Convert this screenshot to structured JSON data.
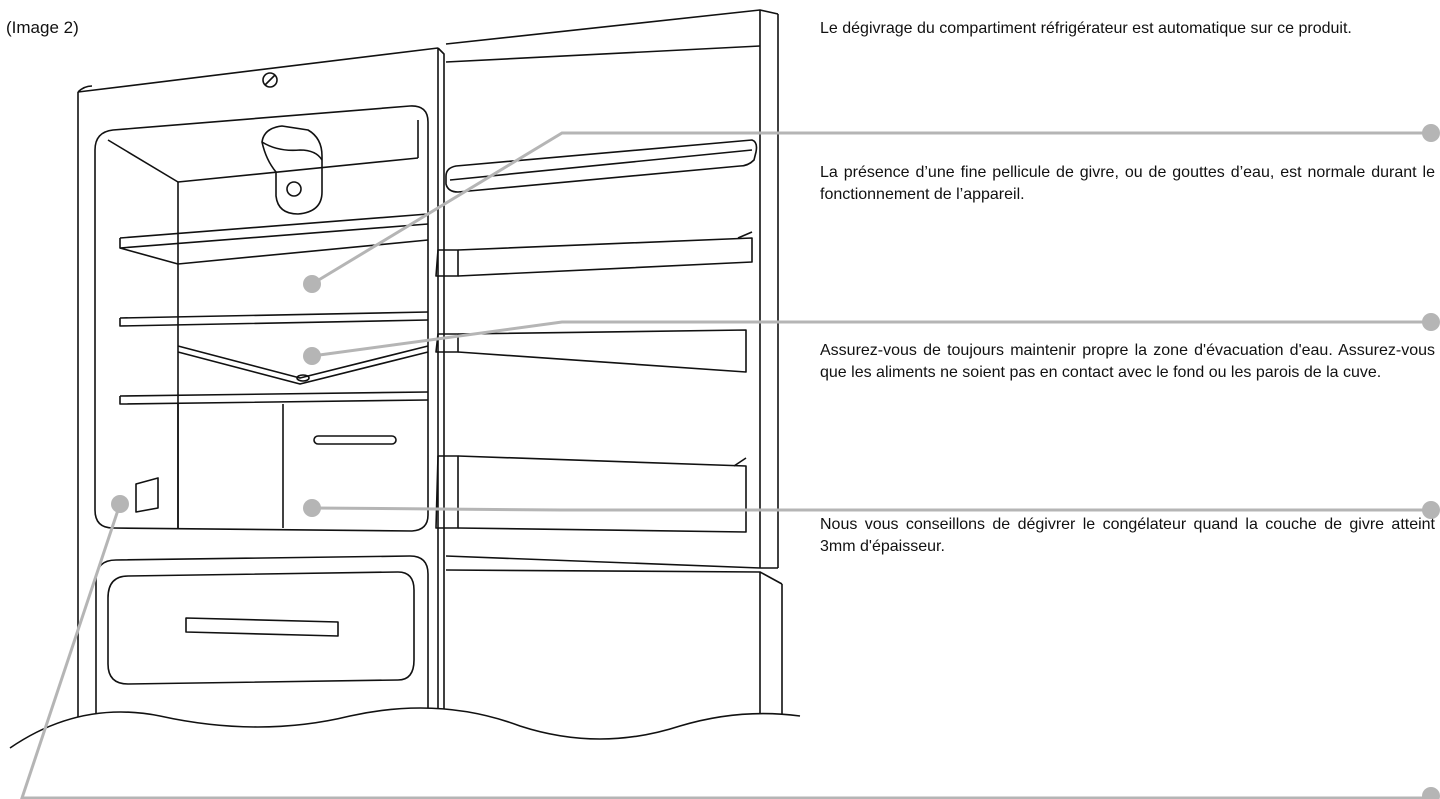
{
  "figure_label": "(Image 2)",
  "paragraphs": {
    "intro": "Le dégivrage du compartiment réfrigérateur est automatique sur ce produit.",
    "givre": "La présence d’une fine pellicule de givre, ou de gouttes d’eau, est normale durant le fonctionnement de l’appareil.",
    "evacuation": "Assurez-vous de toujours maintenir propre la zone d'évacuation d'eau. Assurez-vous que les aliments ne soient pas en contact avec le fond ou les parois de la cuve.",
    "degivrer": "Nous vous conseillons de dégivrer le congélateur quand la couche de givre atteint 3mm d'épaisseur."
  },
  "colors": {
    "line": "#111111",
    "leader": "#b5b5b5"
  }
}
